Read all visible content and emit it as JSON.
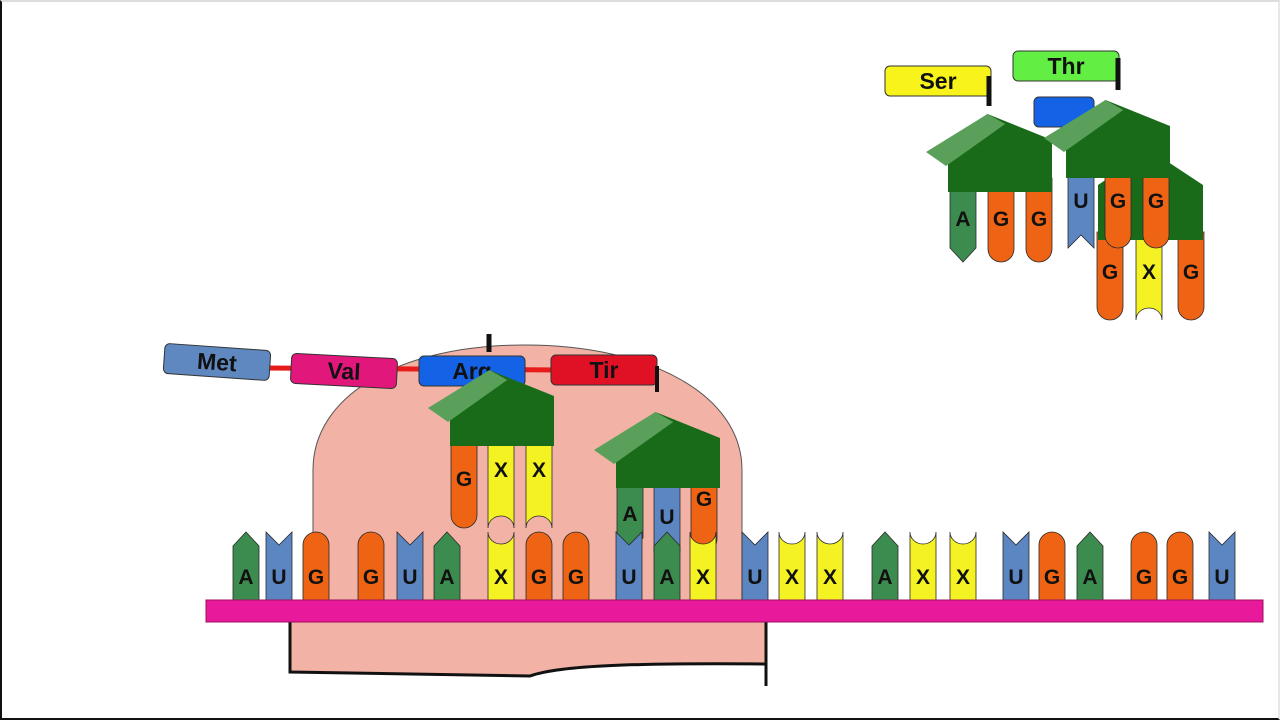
{
  "colors": {
    "A": "#3d8c4f",
    "U": "#5b86c2",
    "G": "#ee6414",
    "X": "#f5f224",
    "mrna": "#e8199a",
    "ribosome": "#f2b3a6",
    "trna": "#196b19",
    "trna_top": "#5aa05a",
    "peptide_link": "#e81b1b"
  },
  "mrna_codons": [
    [
      "A",
      "U",
      "G"
    ],
    [
      "G",
      "U",
      "A"
    ],
    [
      "X",
      "G",
      "G"
    ],
    [
      "U",
      "A",
      "X"
    ],
    [
      "U",
      "X",
      "X"
    ],
    [
      "A",
      "X",
      "X"
    ],
    [
      "U",
      "G",
      "A"
    ],
    [
      "G",
      "G",
      "U"
    ]
  ],
  "amino_acids": [
    {
      "label": "Met",
      "color": "#5f87c0"
    },
    {
      "label": "Val",
      "color": "#e2177b"
    },
    {
      "label": "Arg",
      "color": "#1463e6"
    },
    {
      "label": "Tir",
      "color": "#e01025"
    },
    {
      "label": "Ser",
      "color": "#f8f31a"
    },
    {
      "label": "Thr",
      "color": "#62ee43"
    }
  ],
  "trnas": [
    {
      "anticodon": [
        "G",
        "X",
        "X"
      ]
    },
    {
      "anticodon": [
        "A",
        "U",
        "G"
      ]
    },
    {
      "anticodon": [
        "A",
        "G",
        "G"
      ]
    },
    {
      "anticodon": [
        "U",
        "G",
        "G"
      ]
    },
    {
      "anticodon": [
        "G",
        "X",
        "G"
      ]
    }
  ]
}
